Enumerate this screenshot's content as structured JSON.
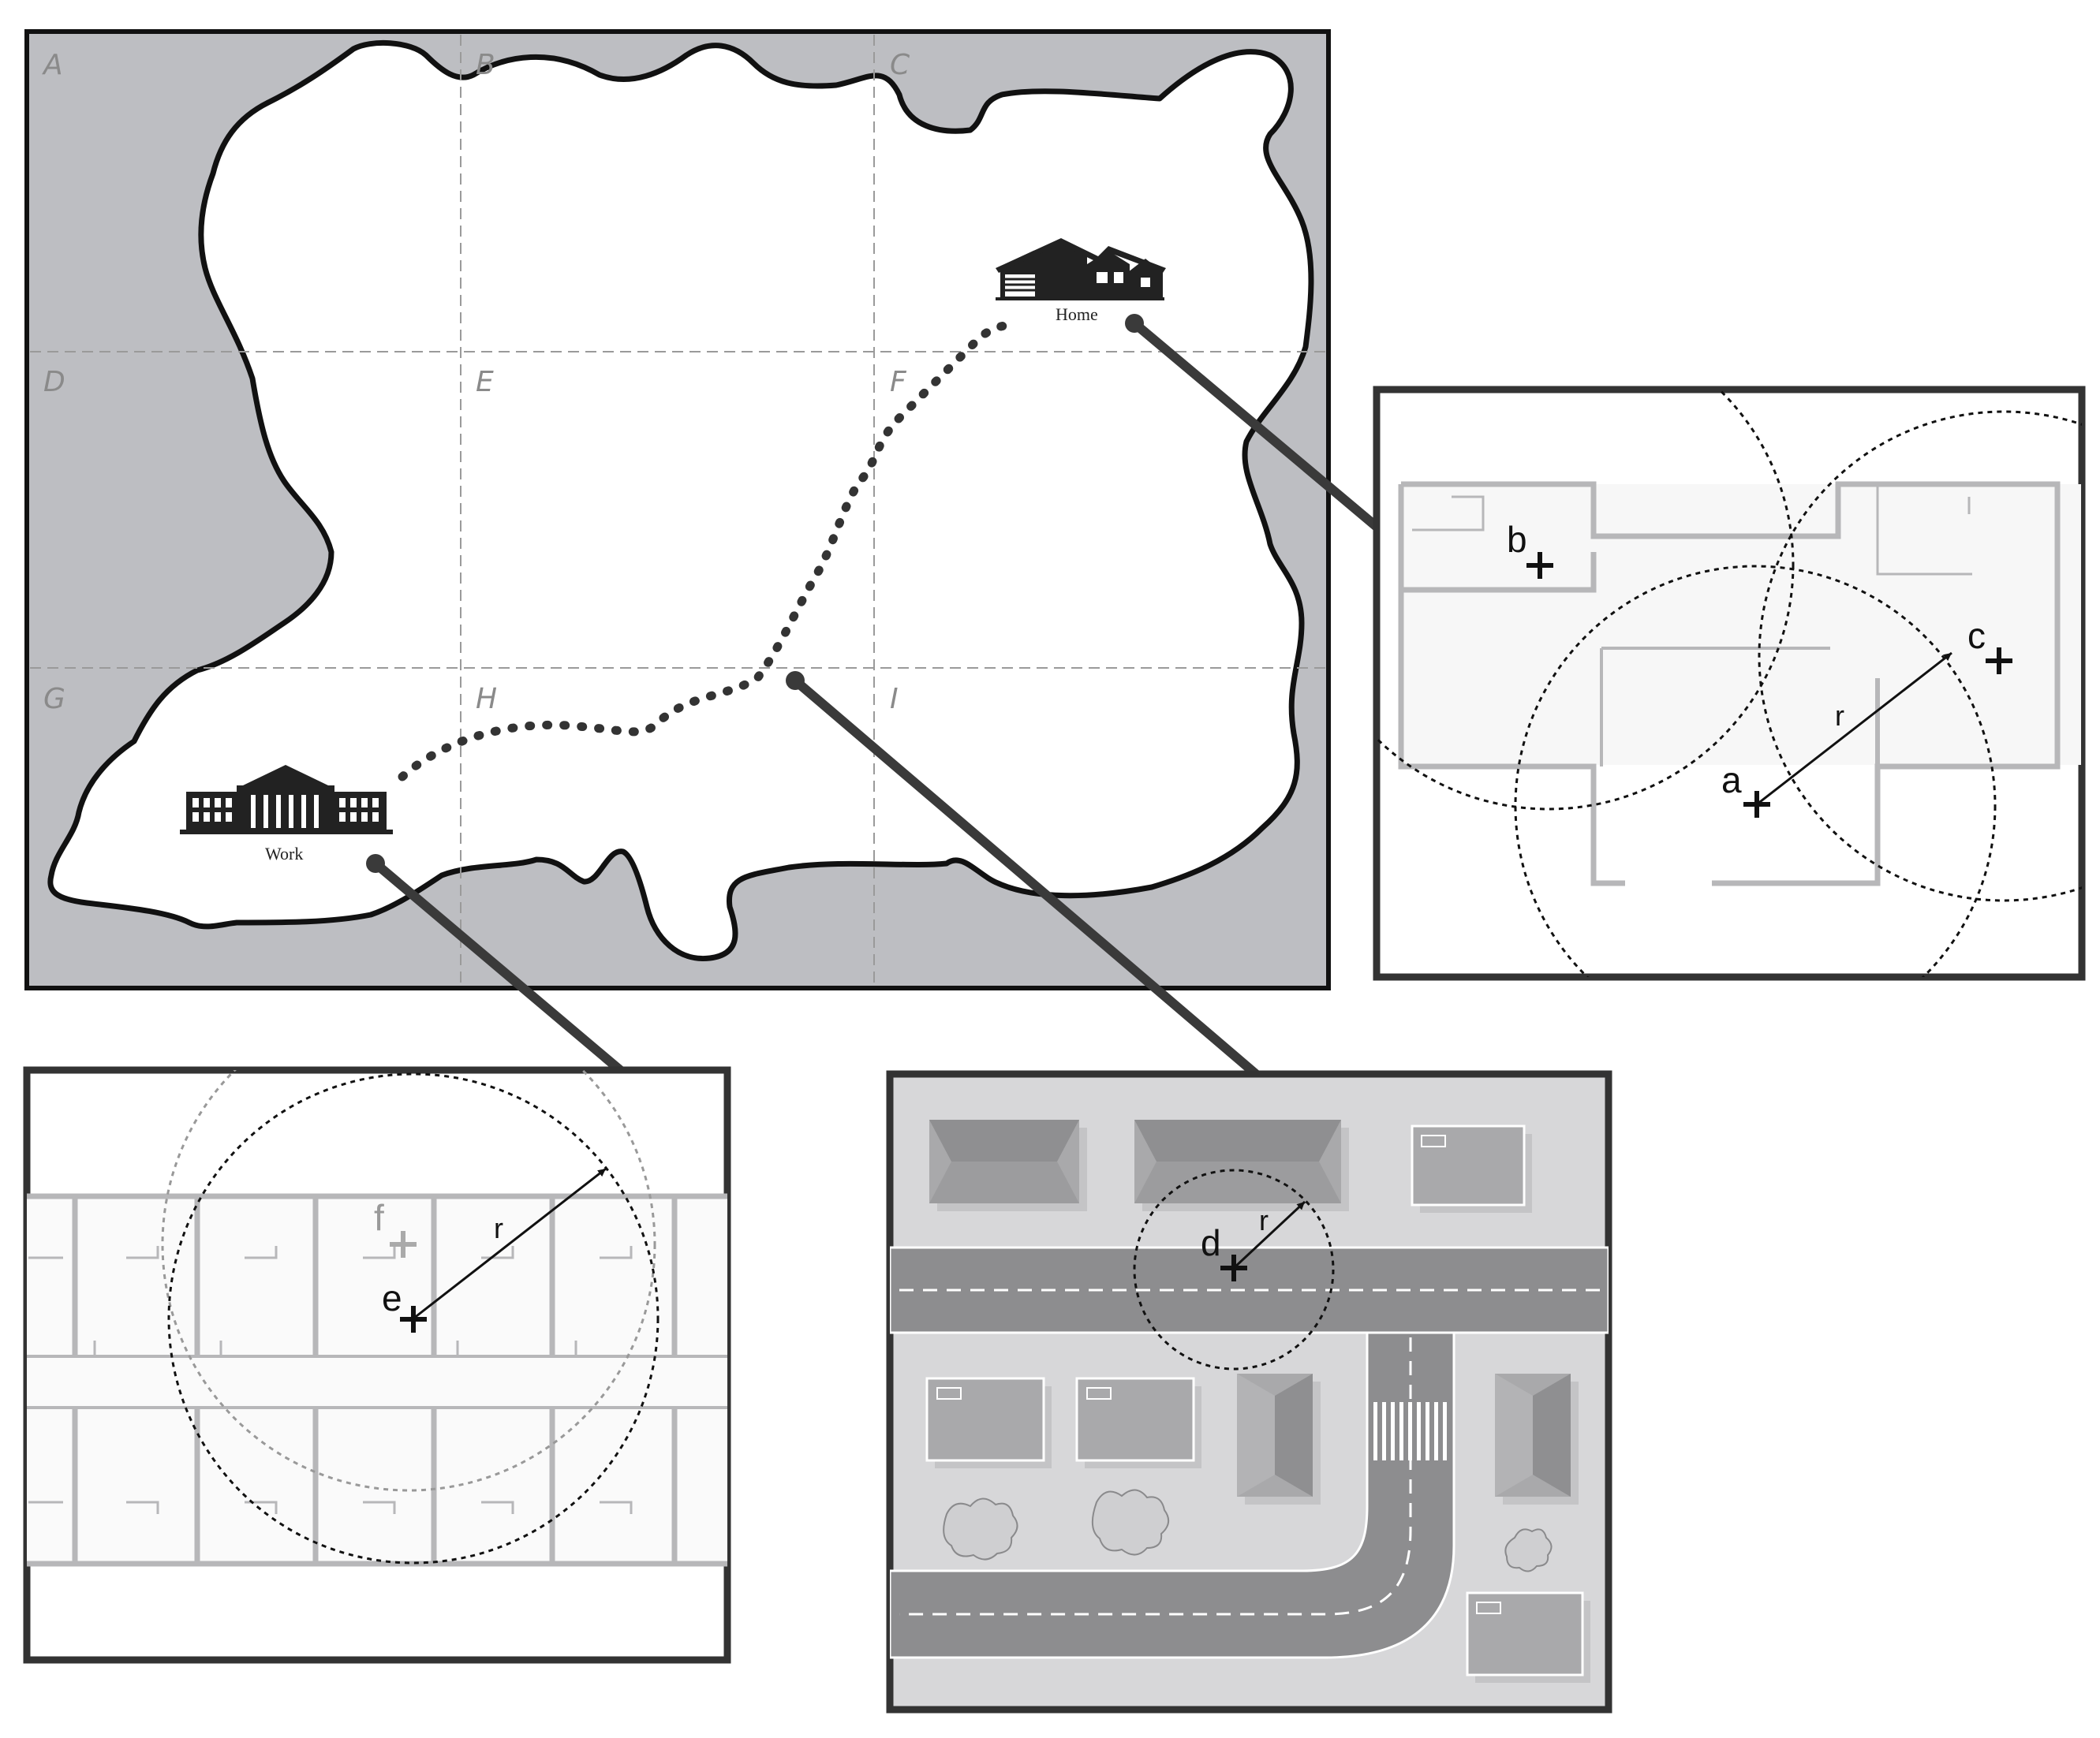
{
  "map": {
    "grid_letters": [
      "A",
      "B",
      "C",
      "D",
      "E",
      "F",
      "G",
      "H",
      "I"
    ],
    "home_label": "Home",
    "work_label": "Work"
  },
  "inset_home": {
    "points": [
      "a",
      "b",
      "c"
    ],
    "radius_label": "r"
  },
  "inset_work": {
    "points": [
      "e",
      "f"
    ],
    "radius_label": "r"
  },
  "inset_street": {
    "points": [
      "d"
    ],
    "radius_label": "r"
  },
  "colors": {
    "sea": "#bdbec2",
    "land": "#ffffff",
    "outline": "#111111",
    "connector": "#3a3a3a",
    "wall": "#b7b7b9",
    "road": "#8d8d8f",
    "block": "#cfd0d2"
  }
}
